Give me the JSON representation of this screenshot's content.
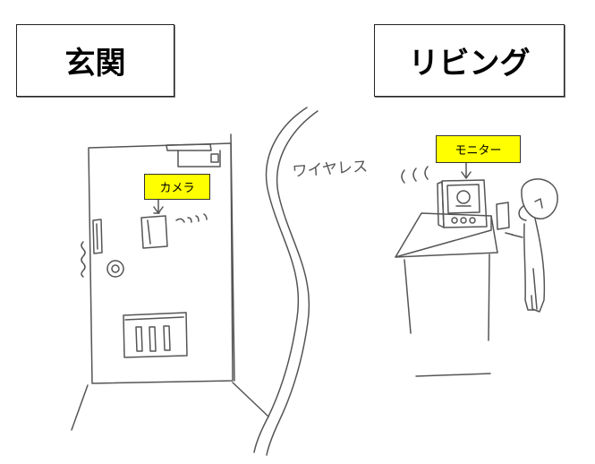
{
  "rooms": {
    "entrance_title": "玄関",
    "living_title": "リビング"
  },
  "labels": {
    "camera": "カメラ",
    "monitor": "モニター",
    "wireless": "ワイヤレス"
  },
  "colors": {
    "label_background": "#ffff00",
    "sketch_stroke": "#555555"
  }
}
